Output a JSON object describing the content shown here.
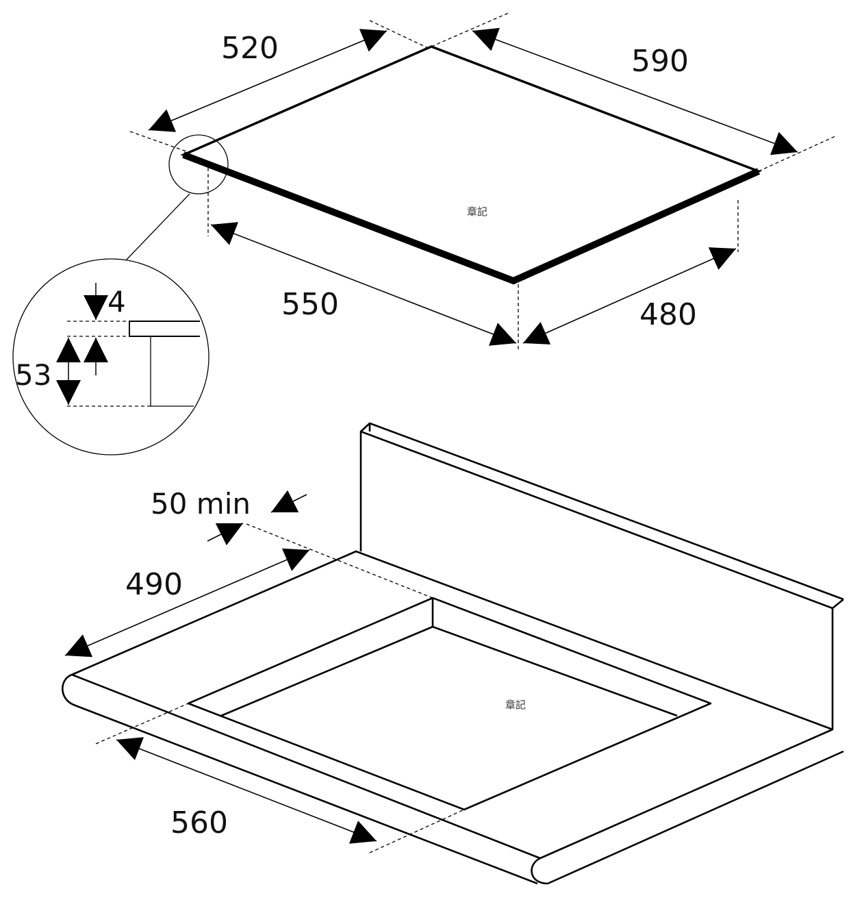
{
  "hob": {
    "depth_top": "520",
    "width_top": "590",
    "cutout_width": "550",
    "cutout_depth": "480",
    "watermark": "章記"
  },
  "detail": {
    "glass_thickness": "4",
    "build_in_height": "53"
  },
  "worktop": {
    "min_wall_distance": "50 min",
    "cutout_depth": "490",
    "cutout_width": "560",
    "watermark": "章記"
  },
  "colors": {
    "line": "#000000",
    "background": "#ffffff"
  }
}
